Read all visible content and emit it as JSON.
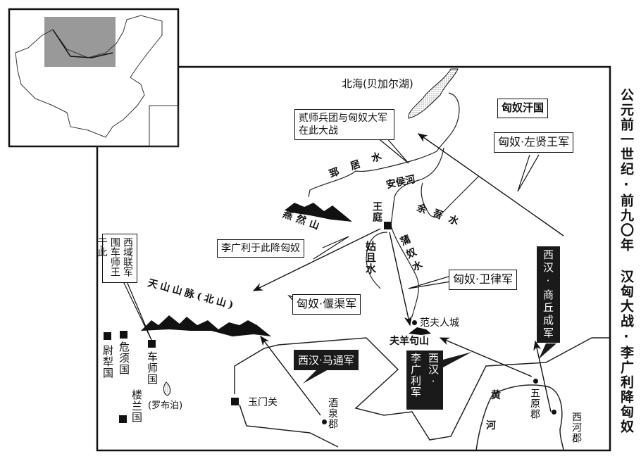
{
  "title": "公元前一世纪·前九〇年  汉匈大战·李广利降匈奴",
  "labels": {
    "baikal": "北海(贝加尔湖)",
    "xiongnu_state": "匈奴汗国",
    "battle_note": "贰师兵团与匈奴大军在此大战",
    "left_wise_king": "匈奴·左贤王军",
    "zhiju": "郅居水",
    "anhou": "安侯河",
    "yuwu": "余吾水",
    "yanran": "燕然山",
    "wangting": "王庭",
    "surrender_note": "李广利于此降匈奴",
    "guqie": "姑且水",
    "punu": "蒲奴水",
    "shang_qiucheng": "西汉·商丘成军",
    "weilv": "匈奴·卫律军",
    "yanqu": "匈奴·偃渠军",
    "jushi_note": "西域联军围车师王于此",
    "tianshan": "天山山脉(北山)",
    "fanfuren": "范夫人城",
    "fuyangju": "夫羊句山",
    "ma_tong": "西汉·马通军",
    "li_guangli_a": "西汉·",
    "li_guangli_b": "李广利军",
    "jushi": "车师国",
    "weixu": "危须国",
    "weili": "尉犁国",
    "loulan": "楼兰国",
    "lop_nur": "(罗布泊)",
    "yumen": "玉门关",
    "jiuquan": "酒泉郡",
    "huanghe_1": "黄",
    "huanghe_2": "河",
    "wuyuan": "五原郡",
    "xihe": "西河郡"
  }
}
